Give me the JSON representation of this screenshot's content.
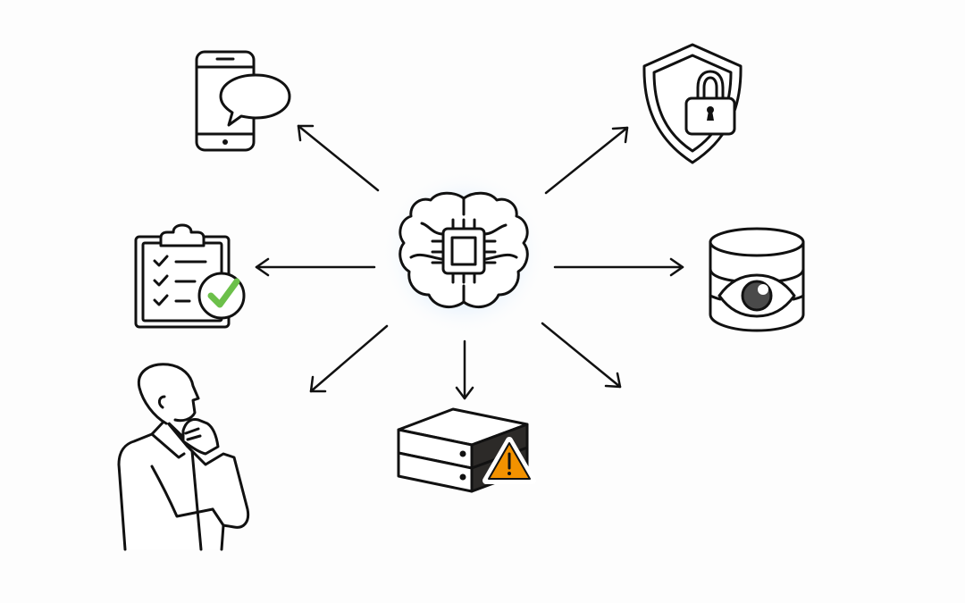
{
  "diagram": {
    "type": "hub-and-spoke",
    "center": {
      "label": "AI brain with chip",
      "icon": "ai-brain-chip-icon",
      "glow_color": "#4da3ff"
    },
    "nodes": [
      {
        "id": "mobile-chat",
        "label": "Smartphone with chat bubble",
        "icon": "smartphone-chat-icon",
        "position": "top-left"
      },
      {
        "id": "security",
        "label": "Shield with padlock",
        "icon": "shield-lock-icon",
        "position": "top-right"
      },
      {
        "id": "checklist",
        "label": "Checklist clipboard with approval check",
        "icon": "clipboard-checklist-icon",
        "position": "left",
        "accent_color": "#6cc04a"
      },
      {
        "id": "data-surveillance",
        "label": "Database with eye",
        "icon": "database-eye-icon",
        "position": "right"
      },
      {
        "id": "human-thinking",
        "label": "Thinking person",
        "icon": "thinking-person-icon",
        "position": "bottom-left"
      },
      {
        "id": "server-warning",
        "label": "Server with warning sign",
        "icon": "server-warning-icon",
        "position": "bottom",
        "accent_color": "#f39200"
      },
      {
        "id": "unlabeled-bottom-right",
        "label": "Empty target",
        "icon": "none",
        "position": "bottom-right"
      }
    ],
    "edges": [
      {
        "from": "center",
        "to": "mobile-chat",
        "direction": "outward"
      },
      {
        "from": "center",
        "to": "security",
        "direction": "outward"
      },
      {
        "from": "center",
        "to": "checklist",
        "direction": "outward"
      },
      {
        "from": "center",
        "to": "data-surveillance",
        "direction": "outward"
      },
      {
        "from": "center",
        "to": "human-thinking",
        "direction": "outward"
      },
      {
        "from": "center",
        "to": "server-warning",
        "direction": "outward"
      },
      {
        "from": "center",
        "to": "unlabeled-bottom-right",
        "direction": "outward"
      }
    ]
  }
}
